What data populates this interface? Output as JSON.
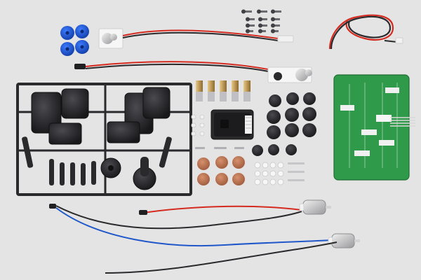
{
  "scene": {
    "background": "#e4e4e5",
    "colors": {
      "blue_gear": "#1a4fd6",
      "black_plastic": "#2a2a2d",
      "green_pcb": "#2f9a4a",
      "red_wire": "#d42a1f",
      "blue_wire": "#2057c9",
      "orange_gear": "#c2764f",
      "metal": "#b9b9bb",
      "brass": "#c79b52",
      "white_plastic": "#f3f3f3"
    },
    "components": {
      "blue_gears": {
        "count": 4,
        "icon": "blue-gear-icon"
      },
      "touch_sensor_top": {
        "icon": "metal-plate-icon"
      },
      "screws": {
        "count": 12,
        "icon": "screw-icon"
      },
      "coiled_wire": {
        "icon": "wire-coil-icon"
      },
      "sprue_frame": {
        "icon": "plastic-sprue-icon"
      },
      "metal_brackets": {
        "count": 10,
        "icon": "bracket-icon"
      },
      "control_board": {
        "icon": "microcontroller-icon"
      },
      "black_gears": {
        "count": 12,
        "icon": "black-gear-icon"
      },
      "green_pcb": {
        "icon": "pcb-icon"
      },
      "orange_gears": {
        "count": 6,
        "icon": "orange-gear-icon"
      },
      "washers": {
        "count": 12,
        "icon": "washer-icon"
      },
      "motors": {
        "count": 2,
        "icon": "dc-motor-icon"
      }
    }
  }
}
